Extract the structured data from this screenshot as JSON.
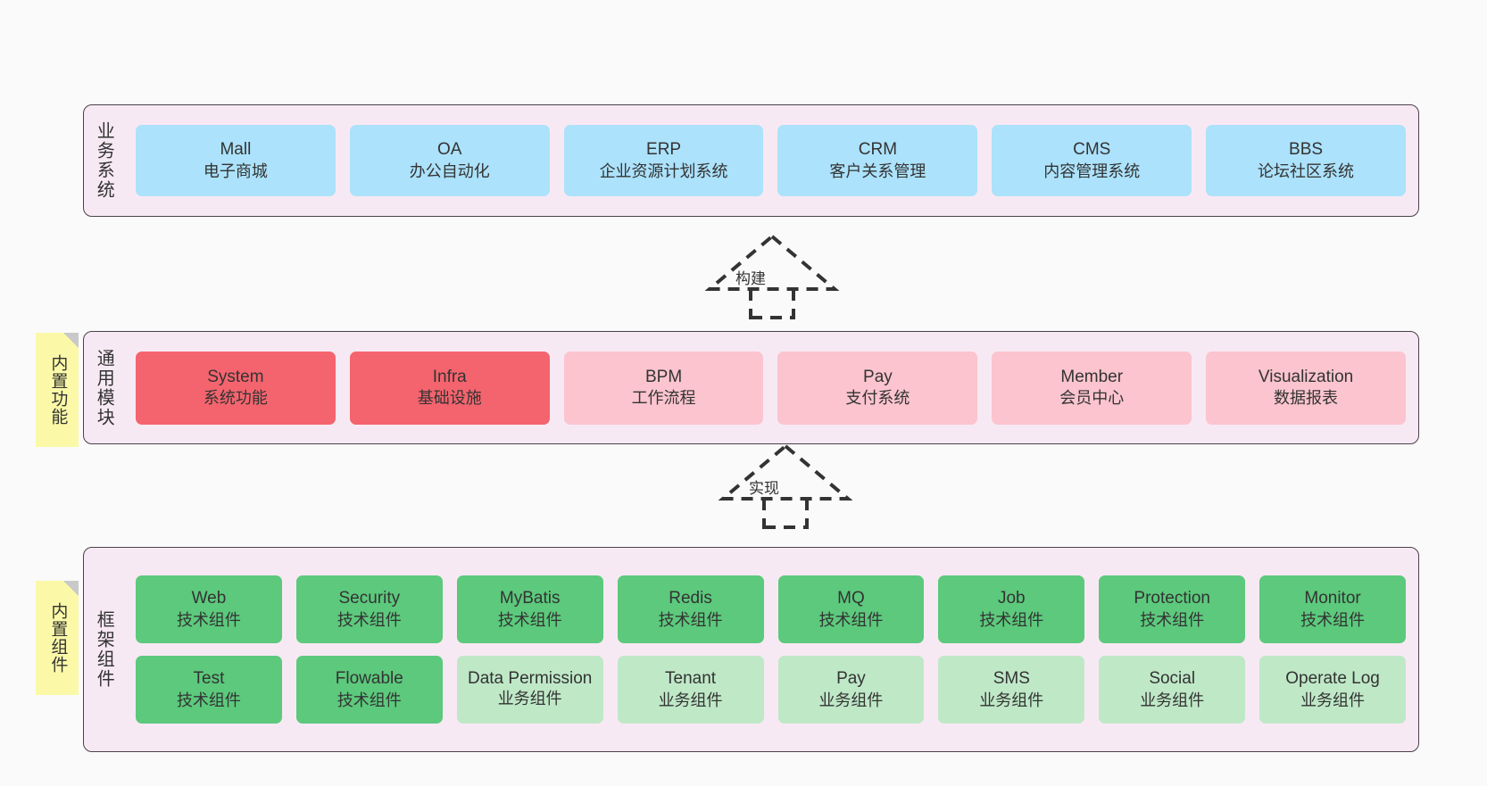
{
  "diagram": {
    "background_color": "#fafafa",
    "panel_color": "#f7e9f3",
    "panel_border_color": "#4a424a",
    "note_color": "#fbf9a8",
    "text_color": "#333333"
  },
  "layers": [
    {
      "id": "business-system",
      "label": "业务系统",
      "note": null,
      "rows": [
        {
          "cards": [
            {
              "title": "Mall",
              "subtitle": "电子商城",
              "color": "#ace2fb",
              "style": "blue"
            },
            {
              "title": "OA",
              "subtitle": "办公自动化",
              "color": "#ace2fb",
              "style": "blue"
            },
            {
              "title": "ERP",
              "subtitle": "企业资源计划系统",
              "color": "#ace2fb",
              "style": "blue"
            },
            {
              "title": "CRM",
              "subtitle": "客户关系管理",
              "color": "#ace2fb",
              "style": "blue"
            },
            {
              "title": "CMS",
              "subtitle": "内容管理系统",
              "color": "#ace2fb",
              "style": "blue"
            },
            {
              "title": "BBS",
              "subtitle": "论坛社区系统",
              "color": "#ace2fb",
              "style": "blue"
            }
          ]
        }
      ]
    },
    {
      "id": "common-module",
      "label": "通用模块",
      "note": "内置功能",
      "rows": [
        {
          "cards": [
            {
              "title": "System",
              "subtitle": "系统功能",
              "color": "#f4646e",
              "style": "red"
            },
            {
              "title": "Infra",
              "subtitle": "基础设施",
              "color": "#f4646e",
              "style": "red"
            },
            {
              "title": "BPM",
              "subtitle": "工作流程",
              "color": "#fbc4ce",
              "style": "pink"
            },
            {
              "title": "Pay",
              "subtitle": "支付系统",
              "color": "#fbc4ce",
              "style": "pink"
            },
            {
              "title": "Member",
              "subtitle": "会员中心",
              "color": "#fbc4ce",
              "style": "pink"
            },
            {
              "title": "Visualization",
              "subtitle": "数据报表",
              "color": "#fbc4ce",
              "style": "pink"
            }
          ]
        }
      ]
    },
    {
      "id": "framework-component",
      "label": "框架组件",
      "note": "内置组件",
      "rows": [
        {
          "cards": [
            {
              "title": "Web",
              "subtitle": "技术组件",
              "color": "#5cc97c",
              "style": "green"
            },
            {
              "title": "Security",
              "subtitle": "技术组件",
              "color": "#5cc97c",
              "style": "green"
            },
            {
              "title": "MyBatis",
              "subtitle": "技术组件",
              "color": "#5cc97c",
              "style": "green"
            },
            {
              "title": "Redis",
              "subtitle": "技术组件",
              "color": "#5cc97c",
              "style": "green"
            },
            {
              "title": "MQ",
              "subtitle": "技术组件",
              "color": "#5cc97c",
              "style": "green"
            },
            {
              "title": "Job",
              "subtitle": "技术组件",
              "color": "#5cc97c",
              "style": "green"
            },
            {
              "title": "Protection",
              "subtitle": "技术组件",
              "color": "#5cc97c",
              "style": "green"
            },
            {
              "title": "Monitor",
              "subtitle": "技术组件",
              "color": "#5cc97c",
              "style": "green"
            }
          ]
        },
        {
          "cards": [
            {
              "title": "Test",
              "subtitle": "技术组件",
              "color": "#5cc97c",
              "style": "green"
            },
            {
              "title": "Flowable",
              "subtitle": "技术组件",
              "color": "#5cc97c",
              "style": "green"
            },
            {
              "title": "Data Permission",
              "subtitle": "业务组件",
              "color": "#bfe8c7",
              "style": "green-light"
            },
            {
              "title": "Tenant",
              "subtitle": "业务组件",
              "color": "#bfe8c7",
              "style": "green-light"
            },
            {
              "title": "Pay",
              "subtitle": "业务组件",
              "color": "#bfe8c7",
              "style": "green-light"
            },
            {
              "title": "SMS",
              "subtitle": "业务组件",
              "color": "#bfe8c7",
              "style": "green-light"
            },
            {
              "title": "Social",
              "subtitle": "业务组件",
              "color": "#bfe8c7",
              "style": "green-light"
            },
            {
              "title": "Operate Log",
              "subtitle": "业务组件",
              "color": "#bfe8c7",
              "style": "green-light"
            }
          ]
        }
      ]
    }
  ],
  "connectors": [
    {
      "id": "build",
      "label": "构建",
      "from": "common-module",
      "to": "business-system",
      "style": "dashed-generalization"
    },
    {
      "id": "implement",
      "label": "实现",
      "from": "framework-component",
      "to": "common-module",
      "style": "dashed-generalization"
    }
  ]
}
